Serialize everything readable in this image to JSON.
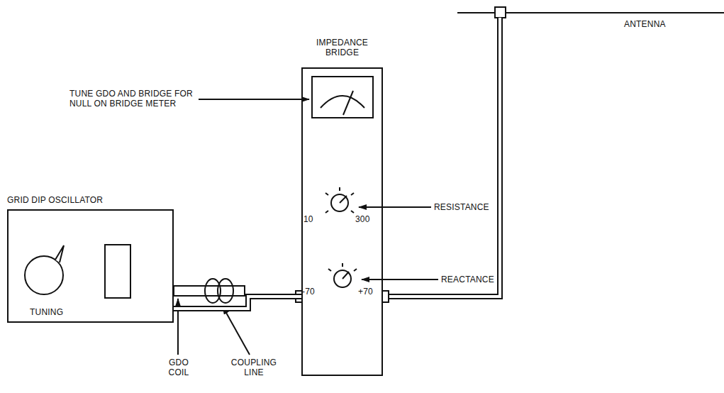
{
  "diagram": {
    "nodes": [
      {
        "text": [
          "GRID DIP OSCILLATOR",
          "TUNING"
        ]
      },
      {
        "text": [
          "IMPEDANCE BRIDGE"
        ]
      }
    ],
    "edges": [
      {
        "from": 0,
        "to": 1,
        "arrow": "none"
      }
    ],
    "labels": [
      "TUNE GDO AND BRIDGE FOR NULL ON BRIDGE METER",
      "RESISTANCE",
      "REACTANCE",
      "10",
      "300",
      "-70",
      "+70",
      "ANTENNA",
      "GDO COIL",
      "COUPLING LINE"
    ]
  }
}
